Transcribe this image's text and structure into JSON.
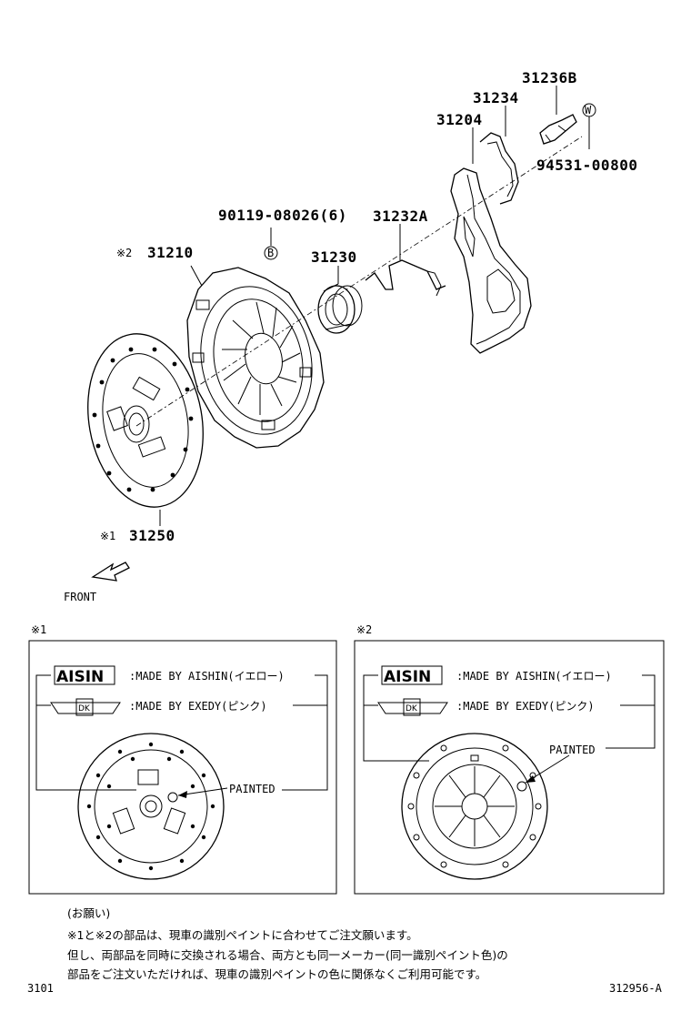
{
  "parts": {
    "p31236B": "31236B",
    "p31234": "31234",
    "p31204": "31204",
    "p94531": "94531-00800",
    "p90119": "90119-08026(6)",
    "p31232A": "31232A",
    "p31210": "31210",
    "p31230": "31230",
    "p31250": "31250"
  },
  "marks": {
    "note1": "※1",
    "note2": "※2",
    "circle_b": "B",
    "circle_w": "W"
  },
  "front_label": "FRONT",
  "detail1": {
    "title": "※1",
    "aisin_logo": "AISIN",
    "aisin_text": ":MADE BY AISHIN(イエロー)",
    "exedy_logo": "DK",
    "exedy_text": ":MADE BY EXEDY(ピンク)",
    "painted": "PAINTED"
  },
  "detail2": {
    "title": "※2",
    "aisin_logo": "AISIN",
    "aisin_text": ":MADE BY AISHIN(イエロー)",
    "exedy_logo": "DK",
    "exedy_text": ":MADE BY EXEDY(ピンク)",
    "painted": "PAINTED"
  },
  "notes": {
    "heading": "(お願い)",
    "line1": "※1と※2の部品は、現車の識別ペイントに合わせてご注文願います。",
    "line2": "但し、両部品を同時に交換される場合、両方とも同一メーカー(同一識別ペイント色)の",
    "line3": "部品をご注文いただければ、現車の識別ペイントの色に関係なくご利用可能です。"
  },
  "footer": {
    "left": "3101",
    "right": "312956-A"
  }
}
